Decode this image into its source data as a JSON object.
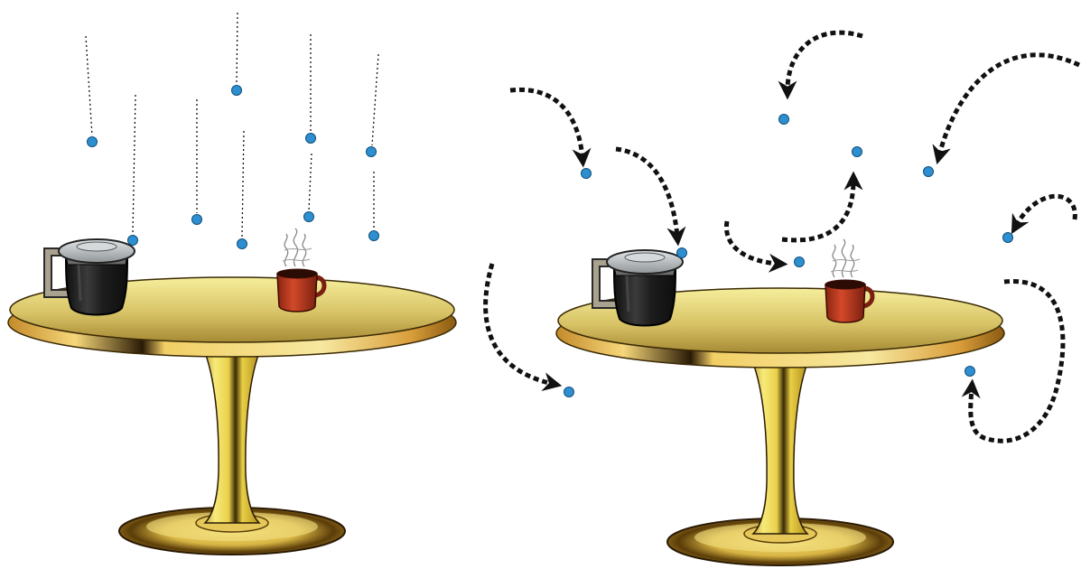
{
  "colors": {
    "background": "#ffffff",
    "particle": "#2e8fd0",
    "particle_stroke": "#0d4f7c",
    "arrow": "#111111",
    "table_gold_light": "#f7efa0",
    "table_gold_mid": "#d9c05a",
    "table_gold_dark": "#8a6a12",
    "pot_glass": "#2a2a2a",
    "pot_lid": "#bfc3c6",
    "pot_handle": "#9a9384",
    "mug": "#c0391f",
    "mug_dark": "#7a1f10",
    "steam": "#8a8a8a"
  },
  "panels": [
    {
      "name": "left-scene",
      "icons": [
        "round-table-icon",
        "coffee-pot-icon",
        "coffee-mug-icon",
        "steam-icon"
      ],
      "motion": "straight-falling-particles"
    },
    {
      "name": "right-scene",
      "icons": [
        "round-table-icon",
        "coffee-pot-icon",
        "coffee-mug-icon",
        "steam-icon"
      ],
      "motion": "curved-random-arrows"
    }
  ]
}
